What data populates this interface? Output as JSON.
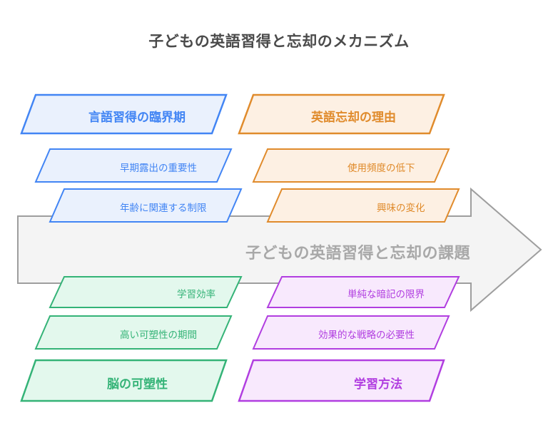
{
  "title": "子どもの英語習得と忘却のメカニズム",
  "center": {
    "arrow_label": "子どもの英語習得と忘却の課題",
    "arrow_color": "#f4f4f4",
    "arrow_stroke": "#9e9e9e",
    "arrow_text_color": "#a8a8a8",
    "direction": "right"
  },
  "groups": [
    {
      "id": "critical-period",
      "position": "top-left",
      "accent": "#4285f4",
      "fill": "#eaf1fd",
      "header": "言語習得の臨界期",
      "items": [
        "早期露出の重要性",
        "年齢に関連する制限"
      ]
    },
    {
      "id": "forgetting-reasons",
      "position": "top-right",
      "accent": "#e08b2c",
      "fill": "#fdf0e3",
      "header": "英語忘却の理由",
      "items": [
        "使用頻度の低下",
        "興味の変化"
      ]
    },
    {
      "id": "brain-plasticity",
      "position": "bottom-left",
      "accent": "#34b377",
      "fill": "#e3f8ed",
      "header": "脳の可塑性",
      "items": [
        "学習効率",
        "高い可塑性の期間"
      ]
    },
    {
      "id": "learning-methods",
      "position": "bottom-right",
      "accent": "#b13ee0",
      "fill": "#f8e9fd",
      "header": "学習方法",
      "items": [
        "単純な暗記の限界",
        "効果的な戦略の必要性"
      ]
    }
  ],
  "labels": {
    "tl_header": "言語習得の臨界期",
    "tl_item1": "早期露出の重要性",
    "tl_item2": "年齢に関連する制限",
    "tr_header": "英語忘却の理由",
    "tr_item1": "使用頻度の低下",
    "tr_item2": "興味の変化",
    "bl_header": "脳の可塑性",
    "bl_item1": "学習効率",
    "bl_item2": "高い可塑性の期間",
    "br_header": "学習方法",
    "br_item1": "単純な暗記の限界",
    "br_item2": "効果的な戦略の必要性"
  }
}
